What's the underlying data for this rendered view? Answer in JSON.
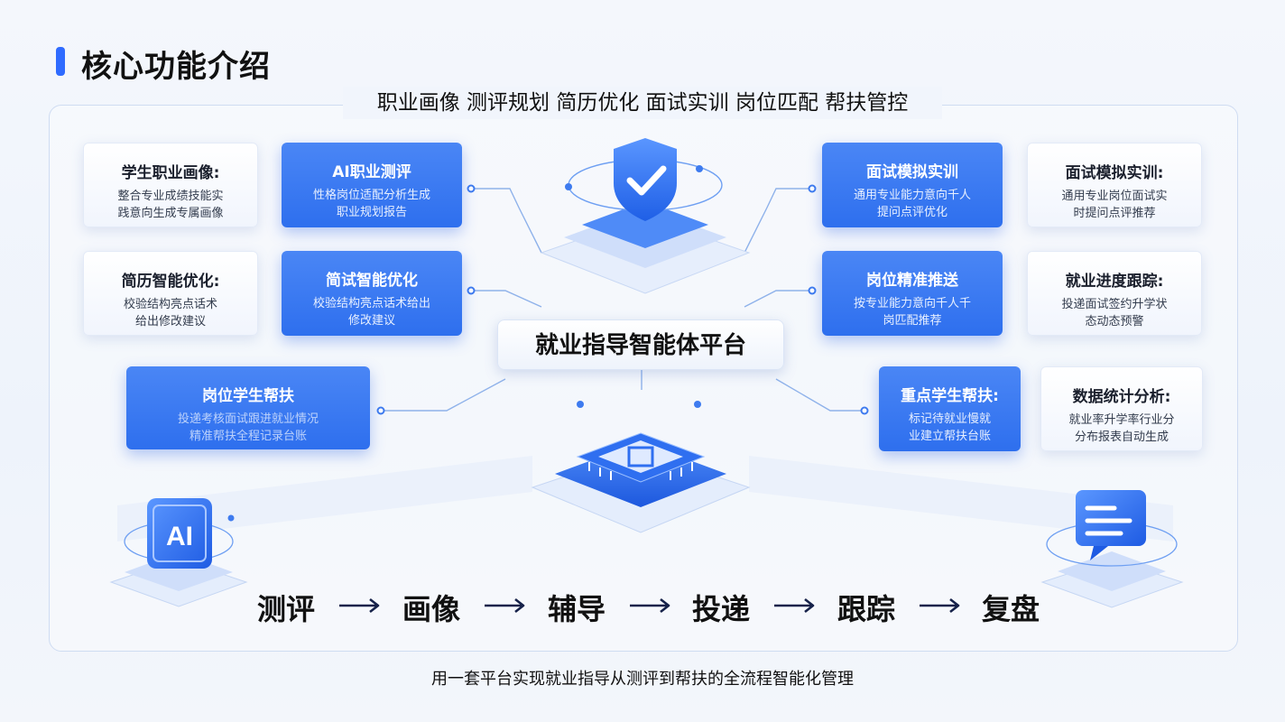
{
  "page": {
    "title": "核心功能介绍",
    "subtitle": "职业画像 测评规划 简历优化 面试实训 岗位匹配 帮扶管控",
    "footer": "用一套平台实现就业指导从测评到帮扶的全流程智能化管理"
  },
  "center": {
    "label": "就业指导智能体平台",
    "ai_badge": "AI"
  },
  "left_cards": [
    {
      "title": "学生职业画像:",
      "desc1": "整合专业成绩技能实",
      "desc2": "践意向生成专属画像"
    },
    {
      "title": "AI职业测评",
      "desc1": "性格岗位适配分析生成",
      "desc2": "职业规划报告"
    },
    {
      "title": "简历智能优化:",
      "desc1": "校验结构亮点话术",
      "desc2": "给出修改建议"
    },
    {
      "title": "简试智能优化",
      "desc1": "校验结构亮点话术给出",
      "desc2": "修改建议"
    },
    {
      "title": "岗位学生帮扶",
      "desc1": "投递考核面试跟进就业情况",
      "desc2": "精准帮扶全程记录台账"
    }
  ],
  "right_cards": [
    {
      "title": "面试模拟实训",
      "desc1": "通用专业能力意向千人",
      "desc2": "提问点评优化"
    },
    {
      "title": "面试模拟实训:",
      "desc1": "通用专业岗位面试实",
      "desc2": "时提问点评推荐"
    },
    {
      "title": "岗位精准推送",
      "desc1": "按专业能力意向千人千",
      "desc2": "岗匹配推荐"
    },
    {
      "title": "就业进度跟踪:",
      "desc1": "投递面试签约升学状",
      "desc2": "态动态预警"
    },
    {
      "title": "重点学生帮扶:",
      "desc1": "标记待就业慢就",
      "desc2": "业建立帮扶台账"
    },
    {
      "title": "数据统计分析:",
      "desc1": "就业率升学率行业分",
      "desc2": "分布报表自动生成"
    }
  ],
  "flow": {
    "steps": [
      "测评",
      "画像",
      "辅导",
      "投递",
      "跟踪",
      "复盘"
    ]
  },
  "colors": {
    "accent": "#2f6bff",
    "card_blue": "#2e6fee",
    "frame_border": "#cfdcf2",
    "text": "#111111"
  },
  "icons": [
    "shield-check-icon",
    "chip-icon",
    "ai-badge-icon",
    "chat-message-icon",
    "arrow-right-icon"
  ]
}
